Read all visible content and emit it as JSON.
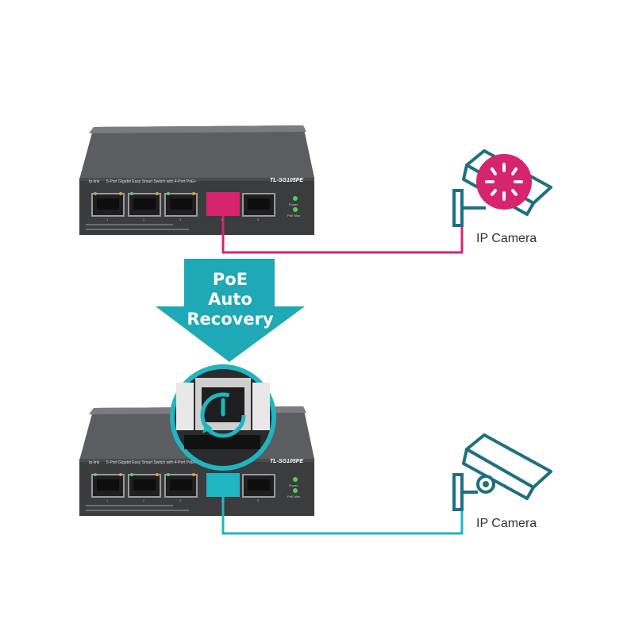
{
  "top_switch": {
    "model": "TL-SG105PE",
    "brand": "tp-link",
    "description": "5-Port Gigabit Easy Smart Switch with 4-Port PoE+",
    "led_power": "Power",
    "led_poe_max": "PoE Max",
    "port_numbers": [
      "1",
      "2",
      "3",
      "4",
      "5"
    ],
    "highlight_color": "#d6246e"
  },
  "bottom_switch": {
    "model": "TL-SG105PE",
    "brand": "tp-link",
    "description": "5-Port Gigabit Easy Smart Switch with 4-Port PoE+",
    "led_power": "Power",
    "led_poe_max": "PoE Max",
    "port_numbers": [
      "1",
      "2",
      "3",
      "4",
      "5"
    ],
    "highlight_color": "#1fb5c1"
  },
  "arrow": {
    "lines": [
      "PoE",
      "Auto",
      "Recovery"
    ],
    "color": "#1fa8b5"
  },
  "camera_top": {
    "label": "IP Camera",
    "icon": "ip-camera-icon",
    "status_icon": "loading-spinner-icon"
  },
  "camera_bottom": {
    "label": "IP Camera",
    "icon": "ip-camera-icon"
  },
  "zoom": {
    "icon": "power-restart-icon"
  }
}
